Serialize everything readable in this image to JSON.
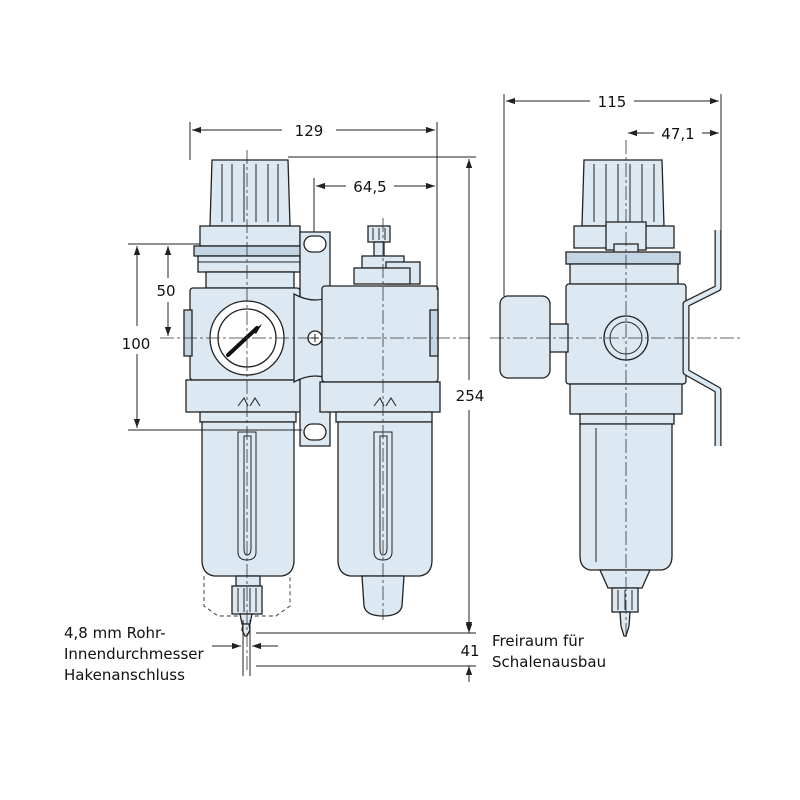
{
  "colors": {
    "body_fill": "#dde9f2",
    "body_shadow": "#c3d5e3",
    "line": "#222222",
    "background": "#ffffff"
  },
  "dimensions": {
    "overall_width_front": "129",
    "lubricator_offset": "64,5",
    "gauge_height": "50",
    "bracket_height": "100",
    "overall_height": "254",
    "bowl_clearance": "41",
    "side_depth": "115",
    "side_offset": "47,1"
  },
  "notes": {
    "tube_line1": "4,8 mm Rohr-",
    "tube_line2": "Innendurchmesser",
    "tube_line3": "Hakenanschluss",
    "clearance_line1": "Freiraum für",
    "clearance_line2": "Schalenausbau"
  }
}
